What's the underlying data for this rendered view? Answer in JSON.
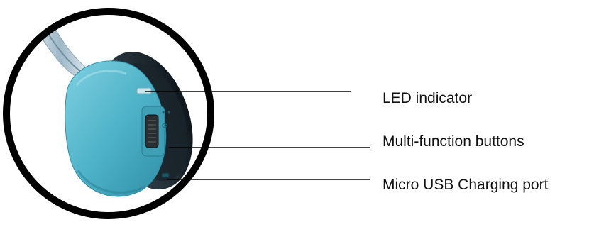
{
  "callouts": {
    "led_indicator": "LED indicator",
    "multi_function_buttons": "Multi-function buttons",
    "micro_usb_port": "Micro USB Charging port"
  },
  "colors": {
    "earcup_body": "#4fb3c9",
    "earcup_shadow": "#2f8fa6",
    "earcup_rim": "#1c2a33",
    "frame_circle": "#000000",
    "leader_line": "#000000",
    "label_text": "#111111"
  }
}
